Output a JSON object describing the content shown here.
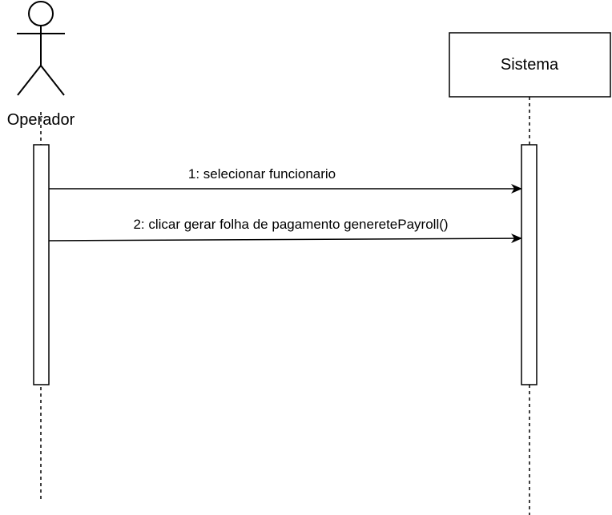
{
  "actor": {
    "label": "Operador"
  },
  "system": {
    "label": "Sistema"
  },
  "messages": [
    {
      "label": "1: selecionar funcionario"
    },
    {
      "label": "2: clicar gerar folha de pagamento generetePayroll()"
    }
  ],
  "colors": {
    "stroke": "#000000",
    "background": "#ffffff"
  }
}
